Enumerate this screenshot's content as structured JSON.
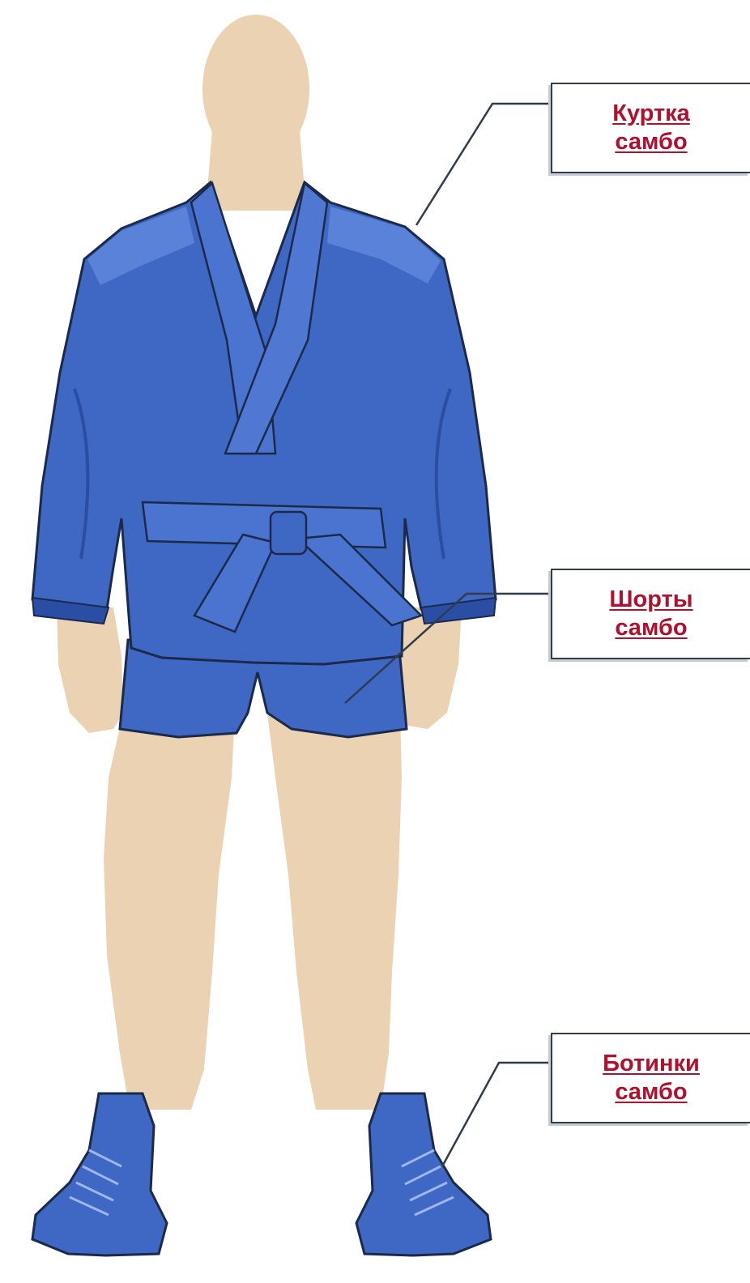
{
  "callouts": {
    "jacket": {
      "line1": "Куртка",
      "line2": "самбо"
    },
    "shorts": {
      "line1": "Шорты",
      "line2": "самбо"
    },
    "boots": {
      "line1": "Ботинки",
      "line2": "самбо"
    }
  },
  "colors": {
    "skin": "#ead2b2",
    "uniform": "#3f67c4",
    "uniform_dark": "#2a4ea3",
    "uniform_light": "#5a82d8",
    "outline": "#1b2a48",
    "leader_line": "#2f3b4e",
    "label_text": "#b0102c"
  }
}
